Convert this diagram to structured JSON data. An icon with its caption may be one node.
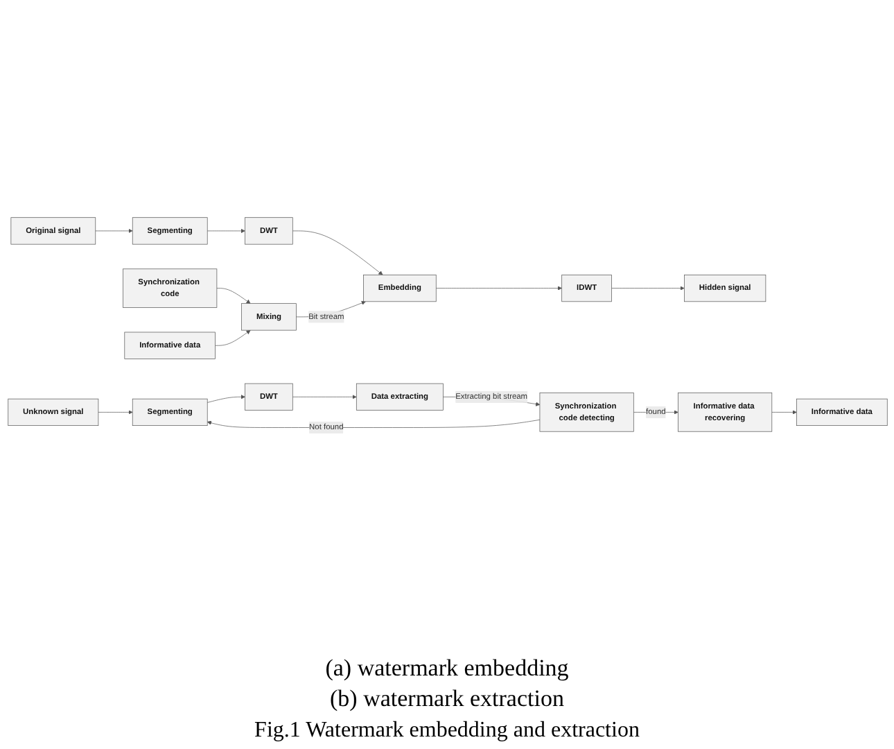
{
  "diagram": {
    "caption": "Fig.1 Watermark embedding and extraction",
    "nodes": [
      {
        "text": [
          "Original signal"
        ]
      },
      {
        "text": [
          "Segmenting"
        ]
      },
      {
        "text": [
          "DWT"
        ]
      },
      {
        "text": [
          "Embedding"
        ]
      },
      {
        "text": [
          "IDWT"
        ]
      },
      {
        "text": [
          "Synchronization code"
        ]
      },
      {
        "text": [
          "Informative data"
        ]
      },
      {
        "text": [
          "Mixing"
        ]
      },
      {
        "text": [
          "Hidden signal"
        ]
      },
      {
        "text": [
          "Unknown signal"
        ]
      },
      {
        "text": [
          "Segmenting"
        ]
      },
      {
        "text": [
          "DWT"
        ]
      },
      {
        "text": [
          "Data extracting"
        ]
      },
      {
        "text": [
          "Informative data"
        ]
      },
      {
        "text": [
          "Informative data recovering"
        ]
      },
      {
        "text": [
          "Synchronization code detecting"
        ]
      }
    ],
    "edges": [
      {
        "from": 0,
        "to": 1,
        "arrow": "to"
      },
      {
        "from": 1,
        "to": 2,
        "arrow": "to"
      },
      {
        "from": 2,
        "to": 3,
        "arrow": "to"
      },
      {
        "from": 3,
        "to": 4,
        "arrow": "to"
      },
      {
        "from": 4,
        "to": 8,
        "arrow": "to"
      },
      {
        "from": 5,
        "to": 7,
        "arrow": "to"
      },
      {
        "from": 6,
        "to": 7,
        "arrow": "to"
      },
      {
        "from": 7,
        "to": 3,
        "arrow": "to",
        "label": "Bit stream"
      },
      {
        "from": 9,
        "to": 10,
        "arrow": "to"
      },
      {
        "from": 10,
        "to": 11,
        "arrow": "to"
      },
      {
        "from": 11,
        "to": 12,
        "arrow": "to"
      },
      {
        "from": 12,
        "to": 15,
        "arrow": "to",
        "label": "Extracting bit stream"
      },
      {
        "from": 15,
        "to": 10,
        "arrow": "to",
        "label": "Not found"
      },
      {
        "from": 15,
        "to": 14,
        "arrow": "to",
        "label": "found"
      },
      {
        "from": 14,
        "to": 13,
        "arrow": "to"
      }
    ],
    "labels": [
      "(a) watermark embedding",
      "(b) watermark extraction"
    ]
  }
}
